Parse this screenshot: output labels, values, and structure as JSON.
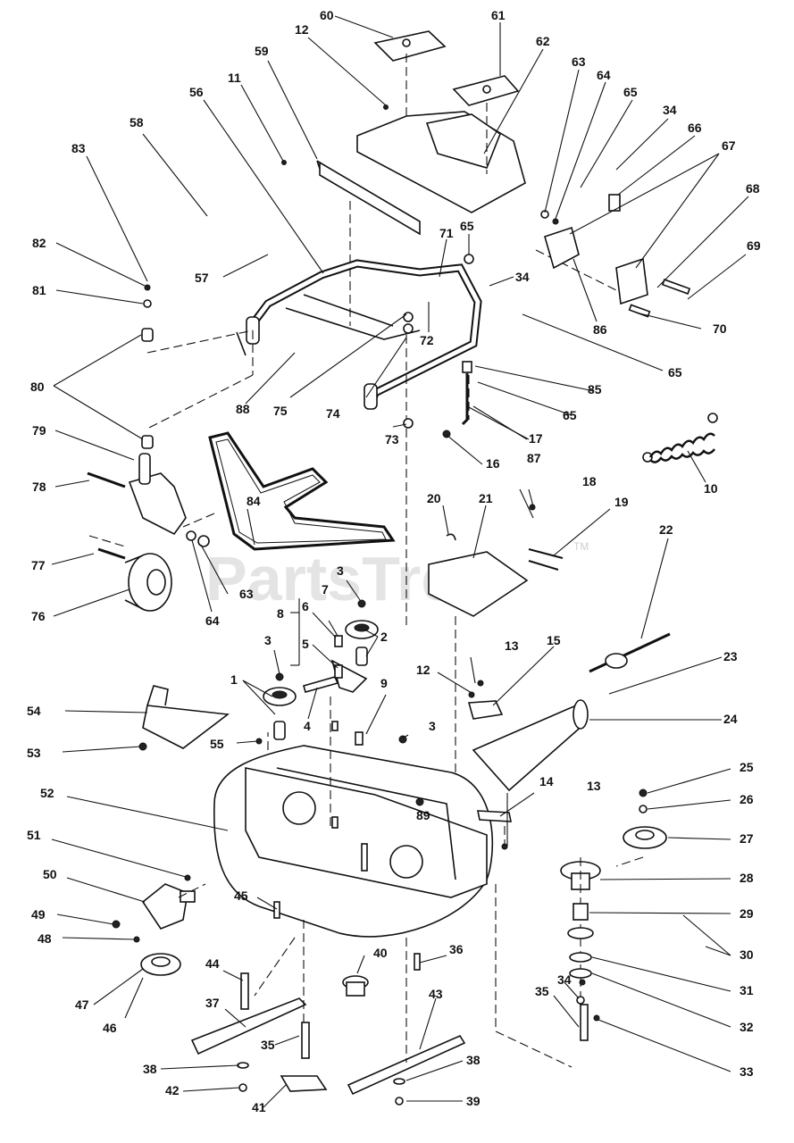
{
  "watermark": {
    "text": "PartsTree",
    "tm": "TM"
  },
  "callouts": [
    "1",
    "2",
    "3",
    "3",
    "3",
    "4",
    "5",
    "6",
    "7",
    "8",
    "9",
    "10",
    "11",
    "12",
    "12",
    "13",
    "13",
    "14",
    "15",
    "16",
    "17",
    "18",
    "19",
    "20",
    "21",
    "22",
    "23",
    "24",
    "25",
    "26",
    "27",
    "28",
    "29",
    "30",
    "31",
    "32",
    "33",
    "34",
    "34",
    "34",
    "35",
    "35",
    "36",
    "37",
    "38",
    "38",
    "39",
    "40",
    "41",
    "42",
    "43",
    "44",
    "45",
    "46",
    "47",
    "48",
    "49",
    "50",
    "51",
    "52",
    "53",
    "54",
    "55",
    "56",
    "57",
    "58",
    "59",
    "60",
    "61",
    "62",
    "63",
    "63",
    "64",
    "64",
    "65",
    "65",
    "65",
    "65",
    "66",
    "67",
    "68",
    "69",
    "70",
    "71",
    "72",
    "73",
    "74",
    "75",
    "76",
    "77",
    "78",
    "79",
    "80",
    "81",
    "82",
    "83",
    "84",
    "85",
    "86",
    "87",
    "88",
    "89"
  ]
}
